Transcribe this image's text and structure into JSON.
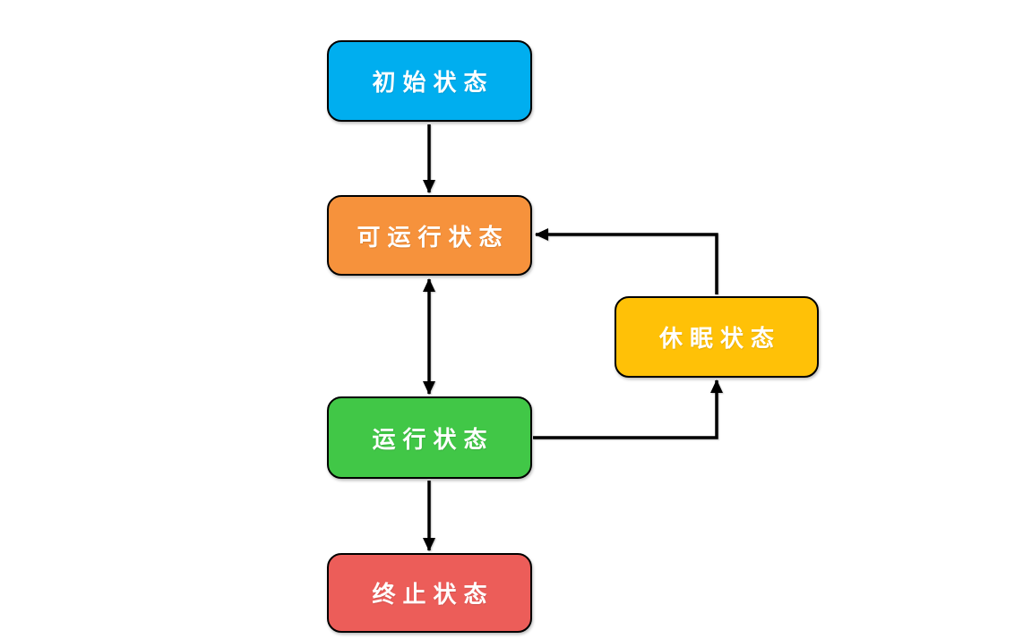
{
  "diagram": {
    "type": "state-flowchart",
    "background_color": "#FFFFFF",
    "line_color": "#000000",
    "node_border_color": "#000000",
    "node_text_color": "#FFFFFF",
    "nodes": [
      {
        "id": "initial",
        "label": "初始状态",
        "color": "#00AEEF"
      },
      {
        "id": "runnable",
        "label": "可运行状态",
        "color": "#F6923C"
      },
      {
        "id": "sleep",
        "label": "休眠状态",
        "color": "#FFC107"
      },
      {
        "id": "running",
        "label": "运行状态",
        "color": "#41C747"
      },
      {
        "id": "terminated",
        "label": "终止状态",
        "color": "#EC5D59"
      }
    ],
    "edges": [
      {
        "from": "initial",
        "to": "runnable",
        "direction": "one-way",
        "shape": "straight-down"
      },
      {
        "from": "runnable",
        "to": "running",
        "direction": "two-way",
        "shape": "straight-vertical"
      },
      {
        "from": "running",
        "to": "terminated",
        "direction": "one-way",
        "shape": "straight-down"
      },
      {
        "from": "running",
        "to": "sleep",
        "direction": "one-way",
        "shape": "elbow-right-then-up"
      },
      {
        "from": "sleep",
        "to": "runnable",
        "direction": "one-way",
        "shape": "elbow-up-then-left"
      }
    ]
  }
}
